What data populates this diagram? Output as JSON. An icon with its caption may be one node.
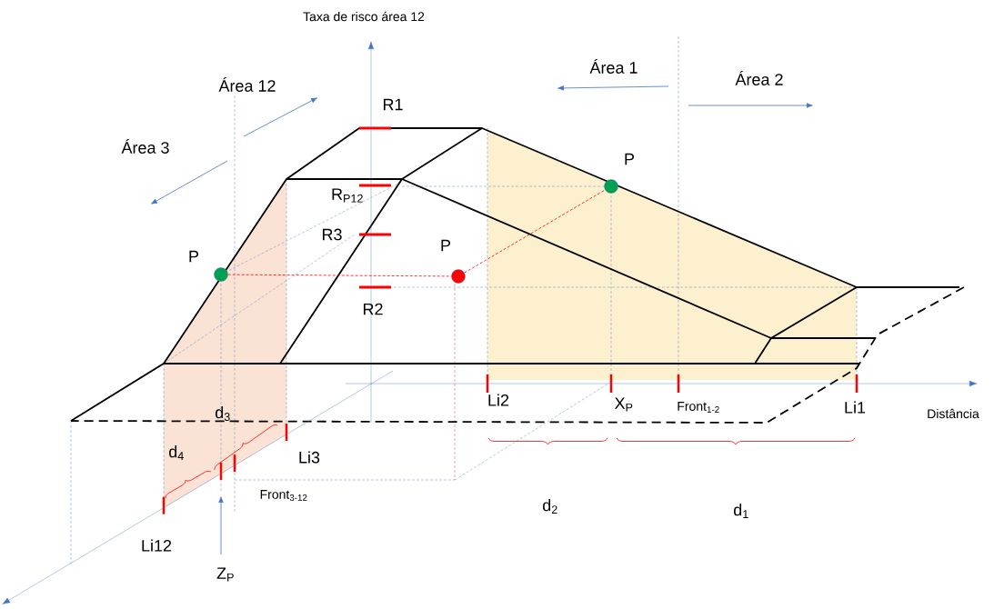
{
  "diagram": {
    "nodes": [
      {
        "text": [],
        "shape": "circle",
        "beside": [
          "P"
        ]
      },
      {
        "text": [],
        "shape": "circle",
        "beside": [
          "P"
        ]
      },
      {
        "text": [],
        "shape": "circle",
        "beside": [
          "P"
        ]
      }
    ],
    "edges": [
      {
        "from": 0,
        "to": 1,
        "arrow": "none",
        "style": "dashed",
        "color": "#ff0000"
      },
      {
        "from": 1,
        "to": 2,
        "arrow": "none",
        "style": "dashed",
        "color": "#ff0000"
      }
    ],
    "labels": [
      "Taxa de risco área 12",
      "Área 12",
      "Área 3",
      "Área 1",
      "Área 2",
      "R1",
      "R$_{P12}$",
      "R3",
      "R2",
      "Li2",
      "X$_{P}$",
      "Front$_{1-2}$",
      "Li1",
      "Distância",
      "d$_{3}$",
      "d$_{4}$",
      "Li3",
      "Front$_{3-12}$",
      "Li12",
      "Z$_{P}$",
      "d$_{2}$",
      "d$_{1}$"
    ]
  }
}
